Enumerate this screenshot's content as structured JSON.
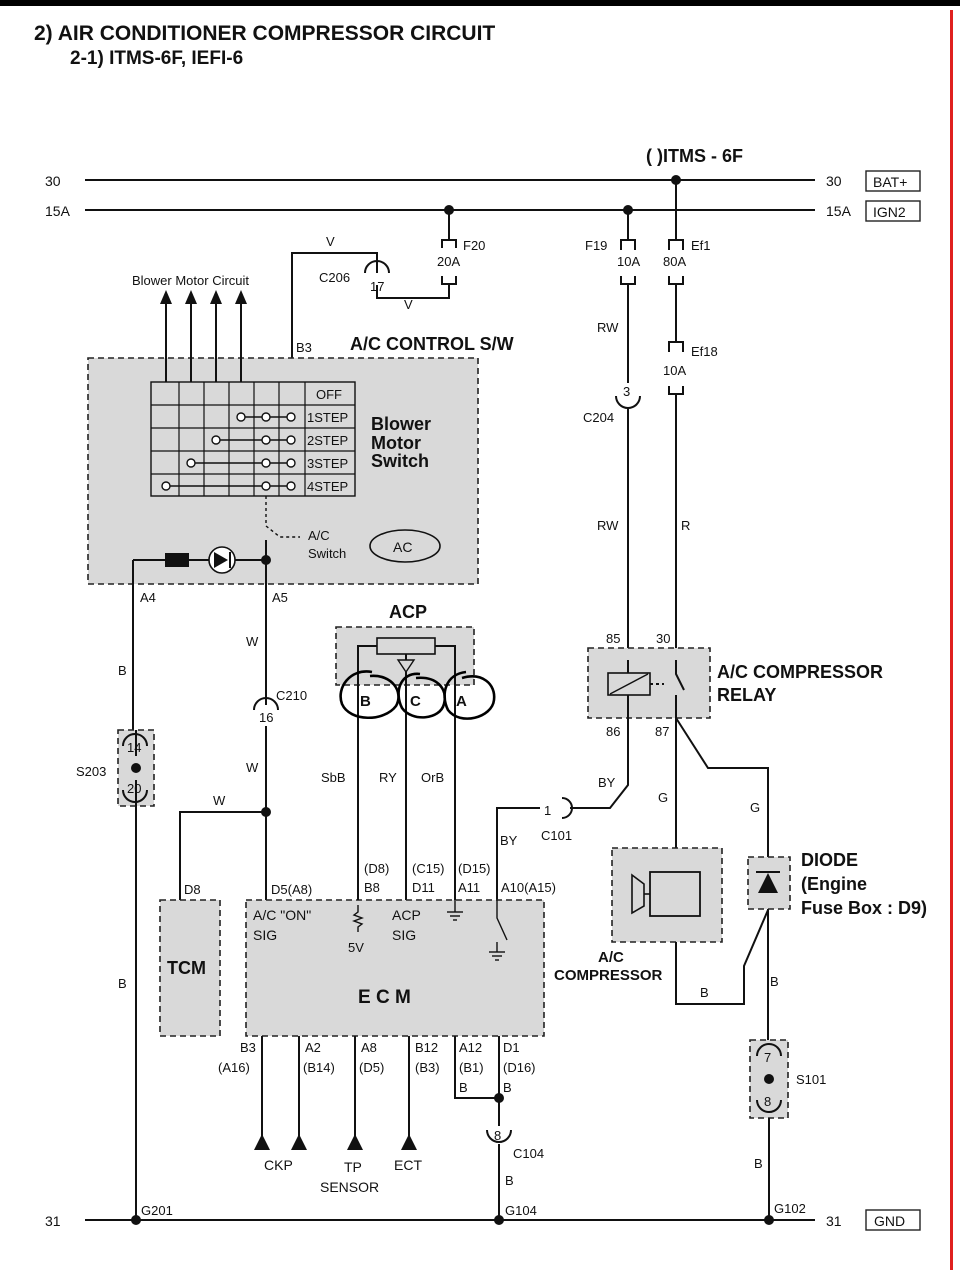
{
  "title": {
    "line1": "2)  AIR CONDITIONER COMPRESSOR CIRCUIT",
    "line2": "2-1) ITMS-6F, IEFI-6"
  },
  "header": {
    "itms": "(   )ITMS - 6F"
  },
  "buses": {
    "b30_left": "30",
    "b30_right": "30",
    "bat": "BAT+",
    "b15_left": "15A",
    "b15_right": "15A",
    "ign": "IGN2",
    "b31_left": "31",
    "b31_right": "31",
    "gnd": "GND"
  },
  "fuses": {
    "f20": "F20",
    "f20_amp": "20A",
    "f19": "F19",
    "f19_amp": "10A",
    "ef1": "Ef1",
    "ef1_amp": "80A",
    "ef18": "Ef18",
    "ef18_amp": "10A"
  },
  "connectors": {
    "c206": "C206",
    "c206_pin": "17",
    "c204": "C204",
    "c204_pin": "3",
    "c210": "C210",
    "c210_pin": "16",
    "c101": "C101",
    "c101_pin": "1",
    "c104": "C104",
    "c104_pin": "8",
    "s203": "S203",
    "s203_top": "14",
    "s203_bot": "20",
    "s101": "S101",
    "s101_top": "7",
    "s101_bot": "8"
  },
  "wires": {
    "v1": "V",
    "v2": "V",
    "rw1": "RW",
    "rw2": "RW",
    "r": "R",
    "w1": "W",
    "w2": "W",
    "w3": "W",
    "b_left": "B",
    "b_left2": "B",
    "sbb": "SbB",
    "ry": "RY",
    "orb": "OrB",
    "by1": "BY",
    "by2": "BY",
    "g1": "G",
    "g2": "G",
    "b_comp": "B",
    "b_diode": "B",
    "b_s101": "B",
    "b_d1": "B",
    "b_a12": "B",
    "b_c104": "B"
  },
  "ac_control": {
    "title": "A/C CONTROL S/W",
    "blower_circuit": "Blower Motor Circuit",
    "pin_b3": "B3",
    "pin_a4": "A4",
    "pin_a5": "A5",
    "steps": [
      "OFF",
      "1STEP",
      "2STEP",
      "3STEP",
      "4STEP"
    ],
    "blower_switch": [
      "Blower",
      "Motor",
      "Switch"
    ],
    "ac_switch": [
      "A/C",
      "Switch"
    ],
    "ac_button": "AC"
  },
  "acp": {
    "title": "ACP",
    "pins": [
      "B",
      "C",
      "A"
    ]
  },
  "relay": {
    "title": [
      "A/C COMPRESSOR",
      "RELAY"
    ],
    "pins": {
      "p85": "85",
      "p30": "30",
      "p86": "86",
      "p87": "87"
    }
  },
  "compressor": {
    "label": [
      "A/C",
      "COMPRESSOR"
    ]
  },
  "diode": {
    "label": [
      "DIODE",
      "(Engine",
      "Fuse Box : D9)"
    ]
  },
  "tcm": {
    "label": "TCM",
    "pin": "D8"
  },
  "ecm": {
    "label": "E  C  M",
    "top_pins": {
      "d5": "D5(A8)",
      "b8_alt": "(D8)",
      "b8": "B8",
      "d11_alt": "(C15)",
      "d11": "D11",
      "a11_alt": "(D15)",
      "a11": "A11",
      "a10": "A10(A15)"
    },
    "inside": {
      "ac_on": "A/C \"ON\"",
      "sig1": "SIG",
      "v5": "5V",
      "acp": "ACP",
      "sig2": "SIG"
    },
    "bottom_pins": [
      {
        "pin": "B3",
        "alt": "(A16)"
      },
      {
        "pin": "A2",
        "alt": "(B14)"
      },
      {
        "pin": "A8",
        "alt": "(D5)"
      },
      {
        "pin": "B12",
        "alt": "(B3)"
      },
      {
        "pin": "A12",
        "alt": "(B1)"
      },
      {
        "pin": "D1",
        "alt": "(D16)"
      }
    ]
  },
  "sensors": {
    "ckp": "CKP",
    "tp": "TP",
    "tp2": "SENSOR",
    "ect": "ECT"
  },
  "grounds": {
    "g201": "G201",
    "g104": "G104",
    "g102": "G102"
  }
}
